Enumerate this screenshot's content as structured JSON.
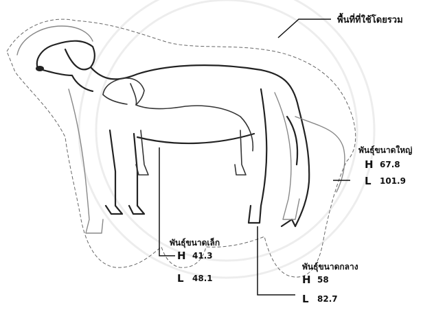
{
  "diagram": {
    "overall_label": "พื้นที่ที่ใช้โดยรวม",
    "groups": [
      {
        "name": "พันธุ์ขนาดใหญ่",
        "h_key": "H",
        "h_value": "67.8",
        "l_key": "L",
        "l_value": "101.9"
      },
      {
        "name": "พันธุ์ขนาดเล็ก",
        "h_key": "H",
        "h_value": "41.3",
        "l_key": "L",
        "l_value": "48.1"
      },
      {
        "name": "พันธุ์ขนาดกลาง",
        "h_key": "H",
        "h_value": "58",
        "l_key": "L",
        "l_value": "82.7"
      }
    ]
  }
}
